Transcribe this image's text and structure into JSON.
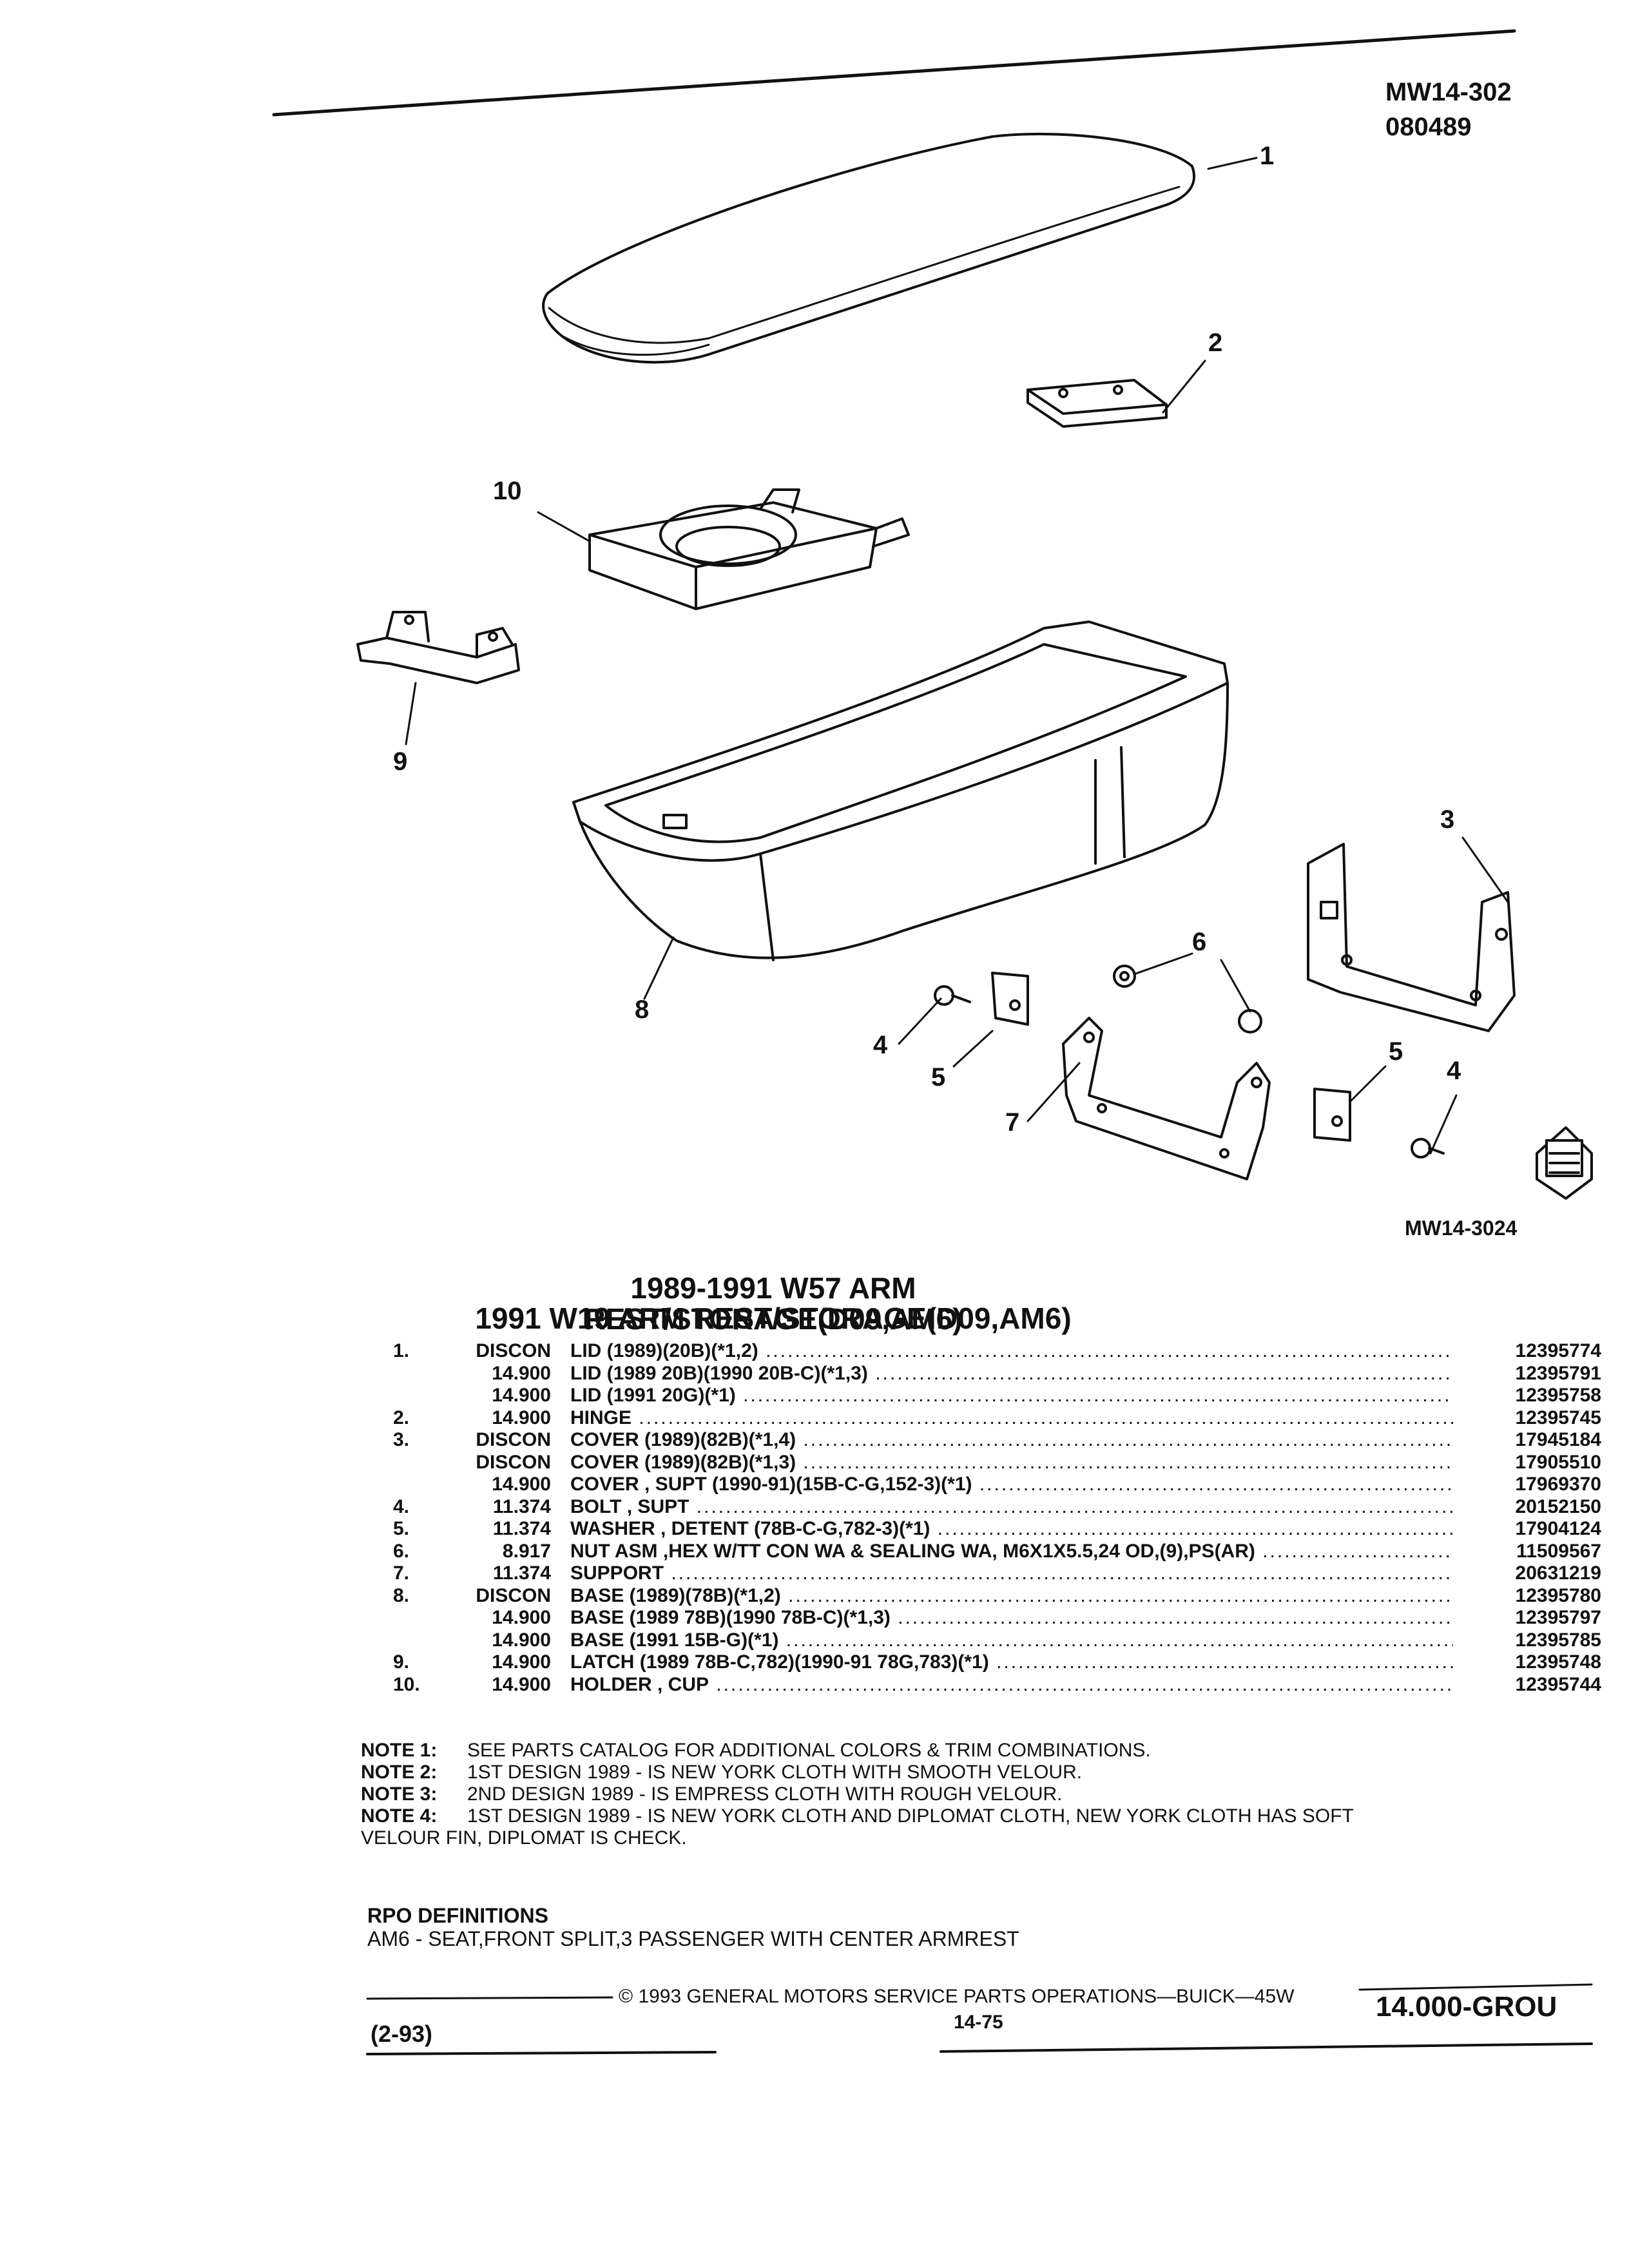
{
  "header": {
    "code": "MW14-302",
    "date": "080489"
  },
  "figure_ref": "MW14-3024",
  "titles": [
    "1989-1991 W57 ARM REST/STORAGE(D09,AM6)",
    "1991 W19 ARM REST/STORAGE(D09,AM6)"
  ],
  "parts": [
    {
      "index": "1.",
      "code": "DISCON",
      "desc": "LID (1989)(20B)(*1,2)",
      "pn": "12395774"
    },
    {
      "index": "",
      "code": "14.900",
      "desc": "LID (1989 20B)(1990 20B-C)(*1,3)",
      "pn": "12395791"
    },
    {
      "index": "",
      "code": "14.900",
      "desc": "LID (1991 20G)(*1)",
      "pn": "12395758"
    },
    {
      "index": "2.",
      "code": "14.900",
      "desc": "HINGE",
      "pn": "12395745"
    },
    {
      "index": "3.",
      "code": "DISCON",
      "desc": "COVER (1989)(82B)(*1,4)",
      "pn": "17945184"
    },
    {
      "index": "",
      "code": "DISCON",
      "desc": "COVER (1989)(82B)(*1,3)",
      "pn": "17905510"
    },
    {
      "index": "",
      "code": "14.900",
      "desc": "COVER , SUPT (1990-91)(15B-C-G,152-3)(*1)",
      "pn": "17969370"
    },
    {
      "index": "4.",
      "code": "11.374",
      "desc": "BOLT , SUPT",
      "pn": "20152150"
    },
    {
      "index": "5.",
      "code": "11.374",
      "desc": "WASHER , DETENT (78B-C-G,782-3)(*1)",
      "pn": "17904124"
    },
    {
      "index": "6.",
      "code": "8.917",
      "desc": "NUT ASM ,HEX W/TT CON WA & SEALING WA, M6X1X5.5,24 OD,(9),PS(AR)",
      "pn": "11509567"
    },
    {
      "index": "7.",
      "code": "11.374",
      "desc": "SUPPORT",
      "pn": "20631219"
    },
    {
      "index": "8.",
      "code": "DISCON",
      "desc": "BASE (1989)(78B)(*1,2)",
      "pn": "12395780"
    },
    {
      "index": "",
      "code": "14.900",
      "desc": "BASE (1989 78B)(1990 78B-C)(*1,3)",
      "pn": "12395797"
    },
    {
      "index": "",
      "code": "14.900",
      "desc": "BASE (1991 15B-G)(*1)",
      "pn": "12395785"
    },
    {
      "index": "9.",
      "code": "14.900",
      "desc": "LATCH (1989 78B-C,782)(1990-91 78G,783)(*1)",
      "pn": "12395748"
    },
    {
      "index": "10.",
      "code": "14.900",
      "desc": "HOLDER , CUP",
      "pn": "12395744"
    }
  ],
  "notes": [
    {
      "label": "NOTE 1:",
      "text": "SEE PARTS CATALOG FOR ADDITIONAL COLORS & TRIM COMBINATIONS.",
      "cont": ""
    },
    {
      "label": "NOTE 2:",
      "text": "1ST DESIGN 1989 - IS NEW YORK CLOTH WITH SMOOTH VELOUR.",
      "cont": ""
    },
    {
      "label": "NOTE 3:",
      "text": "2ND DESIGN 1989 - IS EMPRESS CLOTH WITH ROUGH VELOUR.",
      "cont": ""
    },
    {
      "label": "NOTE 4:",
      "text": "1ST DESIGN 1989 - IS NEW YORK CLOTH AND DIPLOMAT CLOTH, NEW YORK CLOTH HAS SOFT",
      "cont": "VELOUR FIN, DIPLOMAT IS CHECK."
    }
  ],
  "rpo": {
    "heading": "RPO DEFINITIONS",
    "text": "AM6 - SEAT,FRONT SPLIT,3 PASSENGER WITH CENTER ARMREST"
  },
  "footer": {
    "copyright": "© 1993 GENERAL MOTORS SERVICE PARTS OPERATIONS—BUICK—45W",
    "page": "14-75",
    "section": "14.000-GROU",
    "revision": "(2-93)"
  },
  "callouts": {
    "c1": "1",
    "c2": "2",
    "c3": "3",
    "c4a": "4",
    "c4b": "4",
    "c5a": "5",
    "c5b": "5",
    "c6": "6",
    "c7": "7",
    "c8": "8",
    "c9": "9",
    "c10": "10"
  }
}
